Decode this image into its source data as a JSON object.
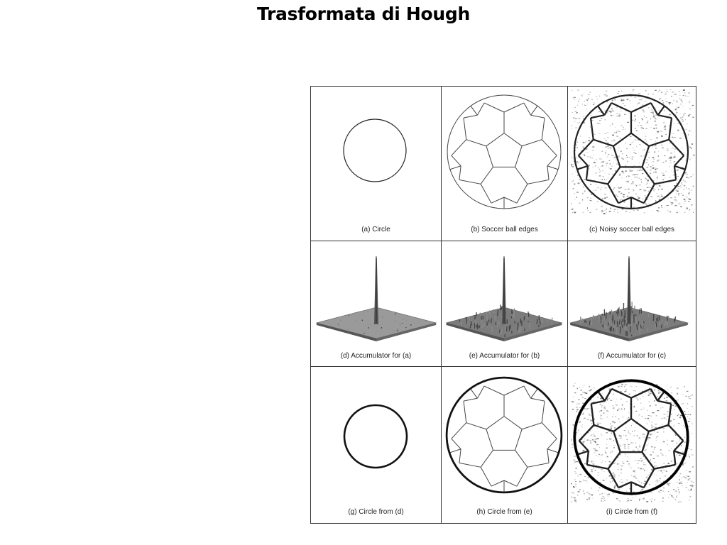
{
  "slide": {
    "title": "Trasformata di Hough"
  },
  "figure": {
    "panels": [
      {
        "caption": "(a) Circle"
      },
      {
        "caption": "(b) Soccer ball edges"
      },
      {
        "caption": "(c) Noisy soccer ball edges"
      },
      {
        "caption": "(d) Accumulator for (a)"
      },
      {
        "caption": "(e) Accumulator for (b)"
      },
      {
        "caption": "(f) Accumulator for (c)"
      },
      {
        "caption": "(g) Circle from (d)"
      },
      {
        "caption": "(h) Circle from (e)"
      },
      {
        "caption": "(i) Circle from (f)"
      }
    ]
  }
}
